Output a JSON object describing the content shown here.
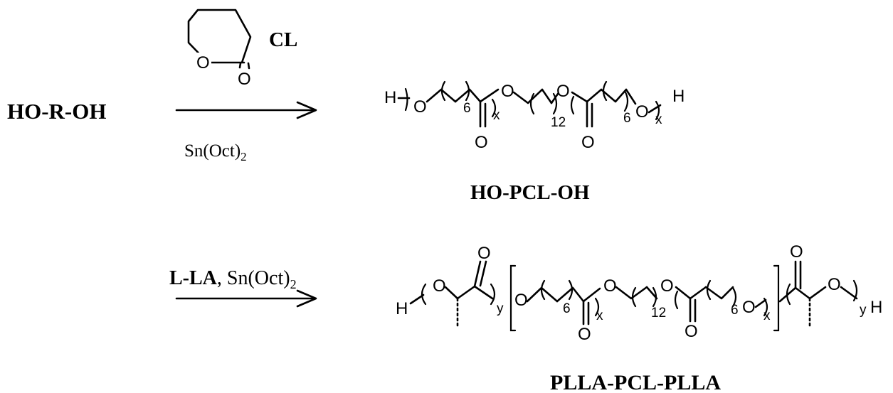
{
  "reactant": "HO-R-OH",
  "step1": {
    "monomer_label": "CL",
    "catalyst": "Sn(Oct)",
    "catalyst_sub": "2"
  },
  "step2": {
    "reagent": "L-LA",
    "separator": ", ",
    "catalyst": "Sn(Oct)",
    "catalyst_sub": "2"
  },
  "product1": {
    "name": "HO-PCL-OH",
    "atoms": {
      "H_left": "H",
      "H_right": "H",
      "O": "O"
    },
    "subscripts": {
      "n6": "6",
      "n12": "12",
      "x": "x"
    }
  },
  "product2": {
    "name": "PLLA-PCL-PLLA",
    "atoms": {
      "H_left": "H",
      "H_right": "H",
      "O": "O"
    },
    "subscripts": {
      "n6": "6",
      "n12": "12",
      "x": "x",
      "y": "y"
    }
  }
}
